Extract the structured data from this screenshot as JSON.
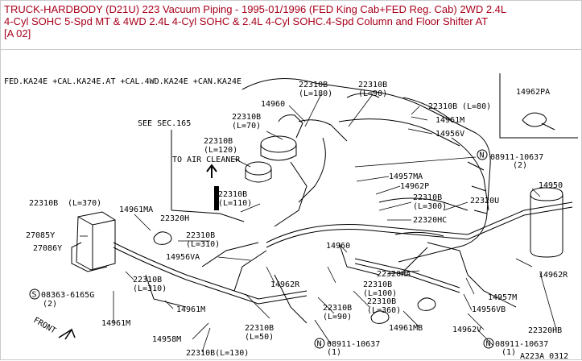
{
  "title": {
    "line1": "TRUCK-HARDBODY (D21U) 223 Vacuum Piping - 1995-01/1996 (FED King Cab+FED Reg. Cab) 2WD 2.4L",
    "line2": "4-Cyl SOHC 5-Spd MT & 4WD 2.4L 4-Cyl SOHC & 2.4L 4-Cyl SOHC.4-Spd Column and Floor Shifter AT",
    "line3": "[A 02]"
  },
  "diagram": {
    "applicability": "FED.KA24E +CAL.KA24E.AT +CAL.4WD.KA24E +CAN.KA24E",
    "see_sec": "SEE SEC.165",
    "to_air_cleaner": "TO AIR CLEANER",
    "front": "FRONT",
    "ref_code": "A223A 0312",
    "labels": {
      "p22310b_180": "22310B",
      "l180": "(L=180)",
      "p22310b_90a": "22310B",
      "l90a": "(L=90)",
      "p14960a": "14960",
      "p22310b_70": "22310B",
      "l70": "(L=70)",
      "p22310b_80": "22310B",
      "l80": "(L=80)",
      "p14961m_a": "14961M",
      "p14956v": "14956V",
      "p14962pa": "14962PA",
      "p22310b_120": "22310B",
      "l120": "(L=120)",
      "n08911_a": "08911-10637",
      "n08911_a_qty": "(2)",
      "p14957ma": "14957MA",
      "p14962p": "14962P",
      "p14950": "14950",
      "p22310b_110": "22310B",
      "l110": "(L=110)",
      "p22320h": "22320H",
      "p22310b_300": "22310B",
      "l300": "(L=300)",
      "p22320u": "22320U",
      "p22310b_370": "22310B",
      "l370": "(L=370)",
      "p14961ma": "14961MA",
      "p22320hc": "22320HC",
      "p27085y": "27085Y",
      "p22310b_310a": "22310B",
      "l310a": "(L=310)",
      "p27086y": "27086Y",
      "p14960b": "14960",
      "p14956va": "14956VA",
      "p14962r_a": "14962R",
      "p22320ha": "22320HA",
      "p14962r_b": "14962R",
      "p22310b_310b": "22310B",
      "l310b": "(L=310)",
      "s08363": "08363-6165G",
      "s08363_qty": "(2)",
      "p22310b_100": "22310B",
      "l100": "(L=100)",
      "p14957m": "14957M",
      "p22310b_360": "22310B",
      "l360": "(L=360)",
      "p14956vb": "14956VB",
      "p14961m_b": "14961M",
      "p22310b_90b": "22310B",
      "l90b": "(L=90)",
      "p22310b_50": "22310B",
      "l50": "(L=50)",
      "p14961mb": "14961MB",
      "p14962v": "14962V",
      "p14961m_c": "14961M",
      "p14958m": "14958M",
      "n08911_b": "08911-10637",
      "n08911_b_qty": "(1)",
      "n08911_c": "08911-10637",
      "n08911_c_qty": "(1)",
      "p22320hb": "22320HB",
      "p22310b_130": "22310B(L=130)"
    }
  }
}
